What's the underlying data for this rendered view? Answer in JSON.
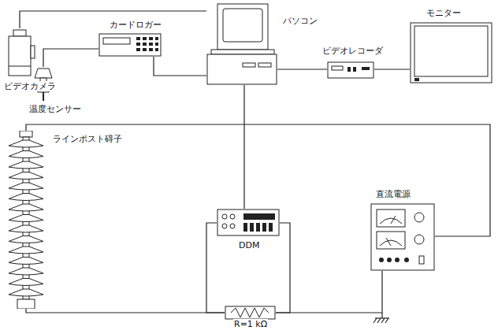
{
  "diagram": {
    "nodes": [
      {
        "text": [
          "ビデオカメラ"
        ]
      },
      {
        "text": [
          "カードロガー"
        ]
      },
      {
        "text": [
          "温度センサー"
        ]
      },
      {
        "text": [
          "パソコン"
        ]
      },
      {
        "text": [
          "ビデオレコーダ"
        ]
      },
      {
        "text": [
          "モニター"
        ]
      },
      {
        "text": [
          "ラインポスト碍子"
        ]
      },
      {
        "text": [
          "DDM"
        ]
      },
      {
        "text": [
          "直流電源"
        ]
      },
      {
        "text": [
          "R=1 kΩ"
        ]
      }
    ],
    "edges": [
      {
        "from": 0,
        "to": 3,
        "arrow": "none"
      },
      {
        "from": 2,
        "to": 1,
        "arrow": "none"
      },
      {
        "from": 1,
        "to": 3,
        "arrow": "none"
      },
      {
        "from": 3,
        "to": 4,
        "arrow": "none"
      },
      {
        "from": 4,
        "to": 5,
        "arrow": "none"
      },
      {
        "from": 3,
        "to": 7,
        "arrow": "none"
      },
      {
        "from": 6,
        "to": 8,
        "arrow": "none"
      },
      {
        "from": 6,
        "to": 9,
        "arrow": "none"
      },
      {
        "from": 7,
        "to": 9,
        "arrow": "none"
      },
      {
        "from": 7,
        "to": 9,
        "arrow": "none"
      },
      {
        "from": 9,
        "to": 8,
        "arrow": "none"
      }
    ]
  }
}
